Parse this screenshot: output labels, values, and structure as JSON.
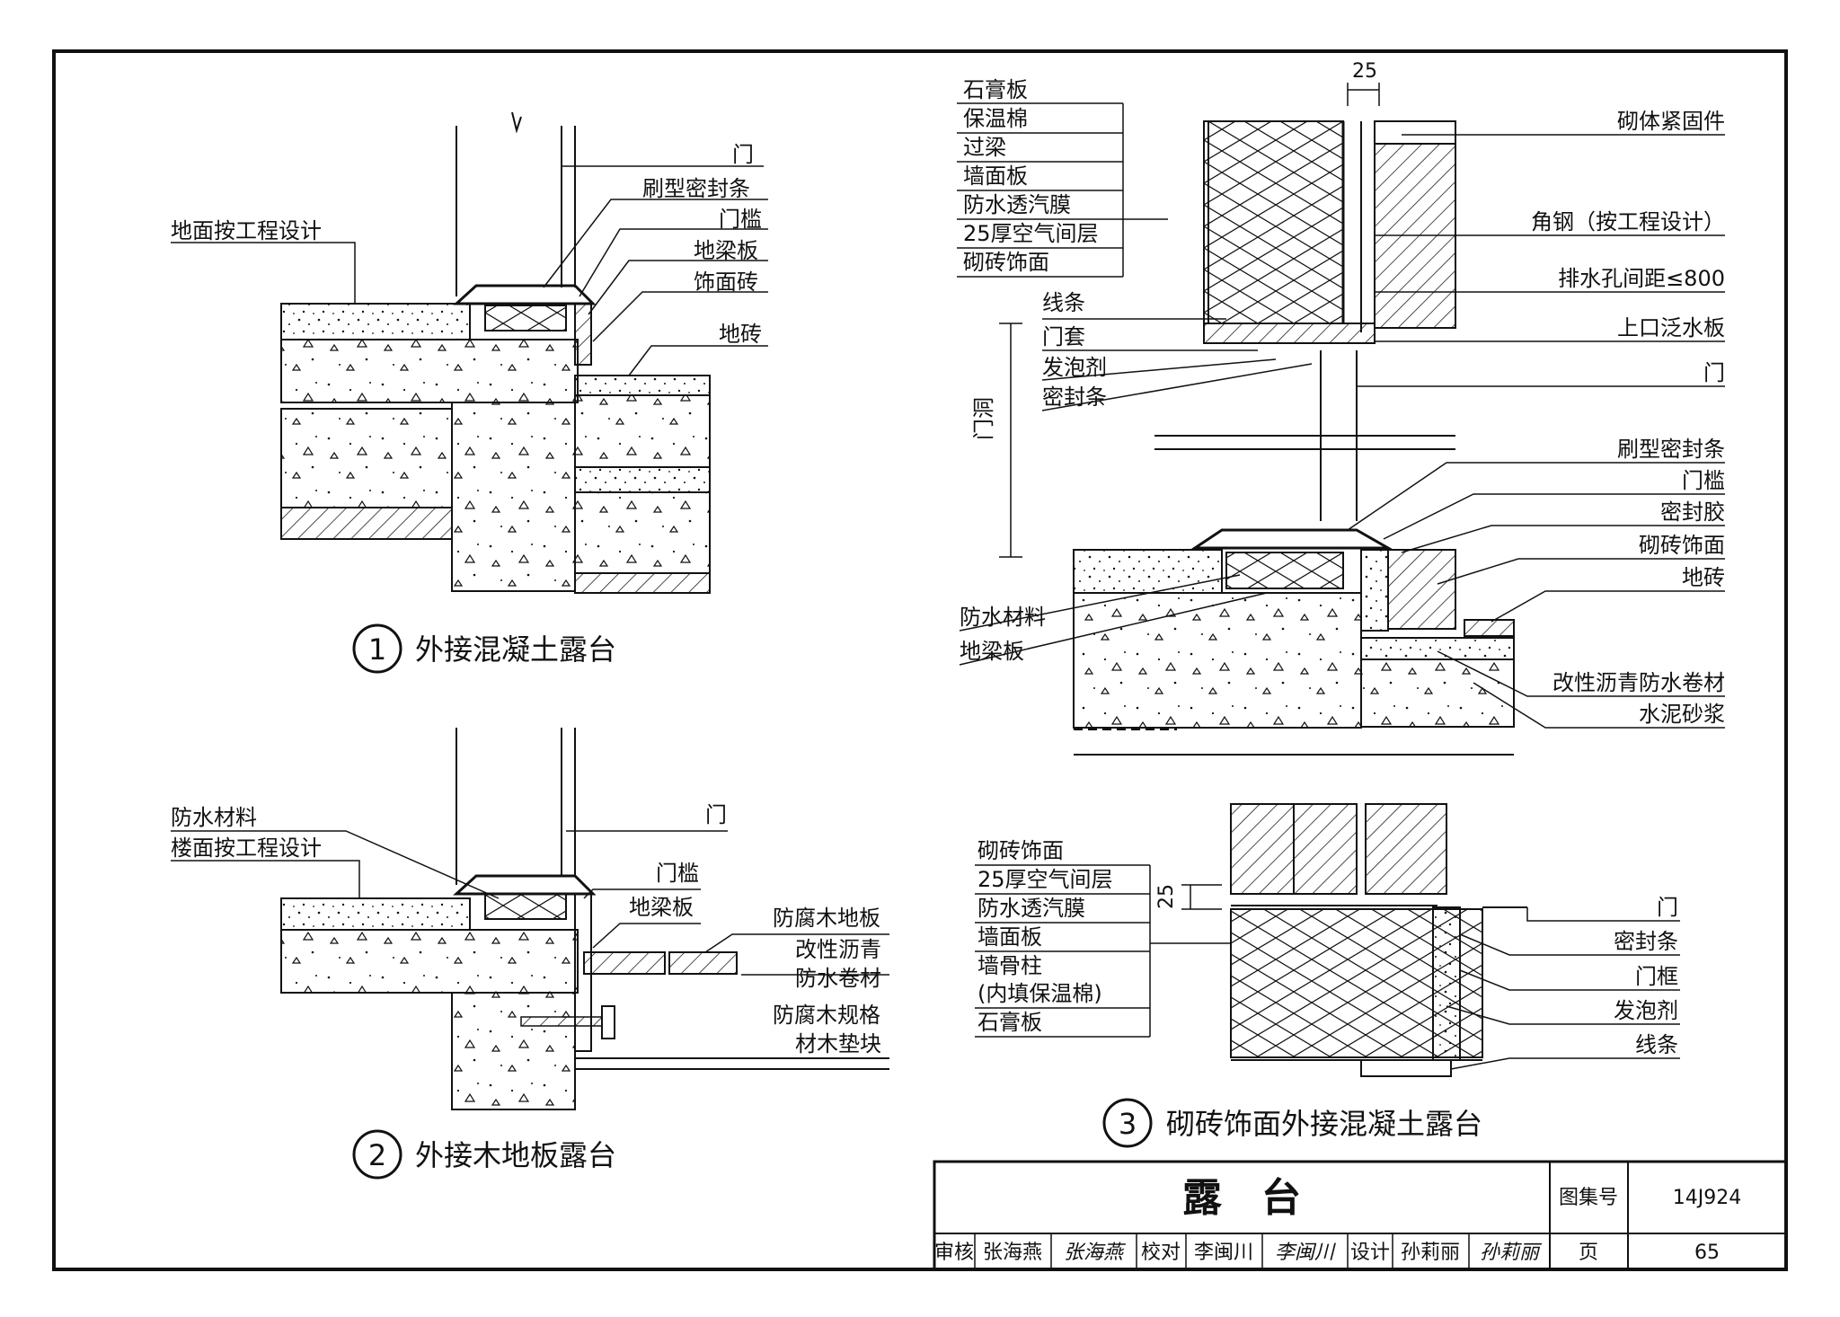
{
  "detail1": {
    "number": "1",
    "caption": "外接混凝土露台",
    "labels": [
      "门",
      "刷型密封条",
      "地面按工程设计",
      "门槛",
      "地梁板",
      "饰面砖",
      "地砖"
    ]
  },
  "detail2": {
    "number": "2",
    "caption": "外接木地板露台",
    "labels": [
      "门",
      "防水材料",
      "楼面按工程设计",
      "门槛",
      "地梁板",
      "防腐木地板",
      "改性沥青",
      "防水卷材",
      "防腐木规格",
      "材木垫块"
    ]
  },
  "detail3": {
    "number": "3",
    "caption": "砌砖饰面外接混凝土露台",
    "dim_top": "25",
    "dim_plan": "25",
    "opening_label": "门洞",
    "left_stack": [
      "石膏板",
      "保温棉",
      "过梁",
      "墙面板",
      "防水透汽膜",
      "25厚空气间层",
      "砌砖饰面"
    ],
    "left_upper": [
      "线条",
      "门套",
      "发泡剂",
      "密封条"
    ],
    "left_lower": [
      "防水材料",
      "地梁板"
    ],
    "right_labels": [
      "砌体紧固件",
      "角钢（按工程设计）",
      "排水孔间距≤800",
      "上口泛水板",
      "门",
      "刷型密封条",
      "门槛",
      "密封胶",
      "砌砖饰面",
      "地砖",
      "改性沥青防水卷材",
      "水泥砂浆"
    ],
    "plan_left": [
      "砌砖饰面",
      "25厚空气间层",
      "防水透汽膜",
      "墙面板",
      "墙骨柱",
      "(内填保温棉)",
      "石膏板"
    ],
    "plan_right": [
      "门",
      "密封条",
      "门框",
      "发泡剂",
      "线条"
    ]
  },
  "title_block": {
    "title": "露　台",
    "atlas_label": "图集号",
    "atlas_no": "14J924",
    "page_label": "页",
    "page_no": "65",
    "review_label": "审核",
    "reviewer": "张海燕",
    "reviewer_sig": "张海燕",
    "check_label": "校对",
    "checker": "李闽川",
    "checker_sig": "李闽川",
    "design_label": "设计",
    "designer": "孙莉丽",
    "designer_sig": "孙莉丽"
  },
  "colors": {
    "ink": "#111111",
    "paper": "#ffffff"
  }
}
